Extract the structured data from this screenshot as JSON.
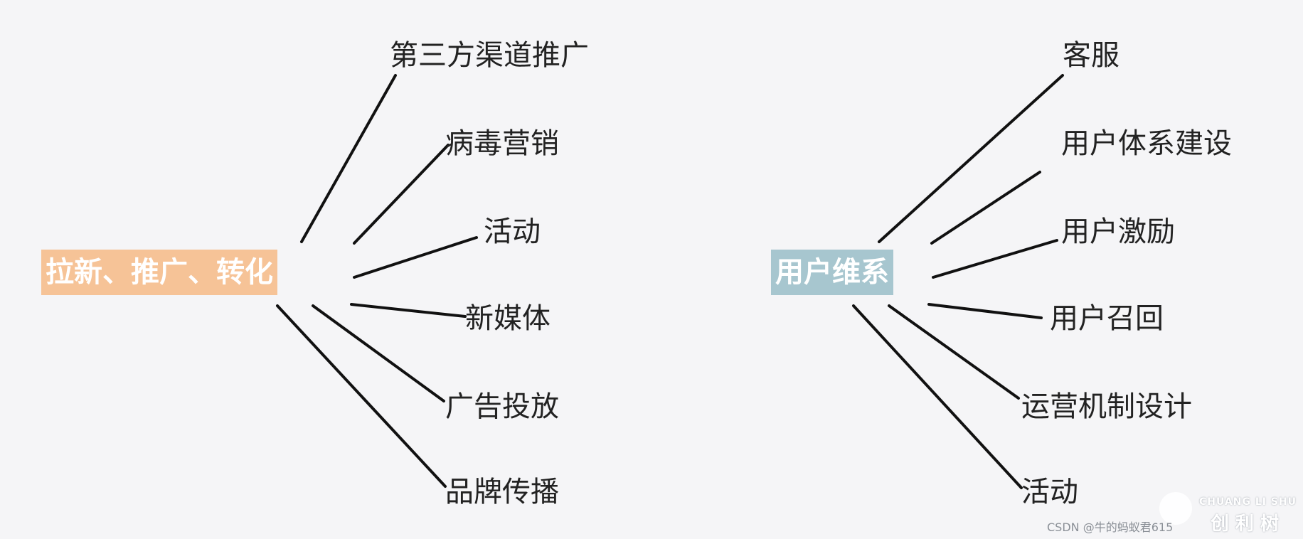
{
  "left_tree": {
    "root": "拉新、推广、转化",
    "leaves": [
      "第三方渠道推广",
      "病毒营销",
      "活动",
      "新媒体",
      "广告投放",
      "品牌传播"
    ]
  },
  "right_tree": {
    "root": "用户维系",
    "leaves": [
      "客服",
      "用户体系建设",
      "用户激励",
      "用户召回",
      "运营机制设计",
      "活动"
    ]
  },
  "colors": {
    "left_root_bg": "#f6c397",
    "right_root_bg": "#a7c6cf",
    "line": "#111111",
    "background": "#f5f5f7"
  },
  "watermark": {
    "brand": "CHUANG LI SHU",
    "brand_cn": "创 利 树",
    "csdn": "CSDN @牛的蚂蚁君615"
  }
}
